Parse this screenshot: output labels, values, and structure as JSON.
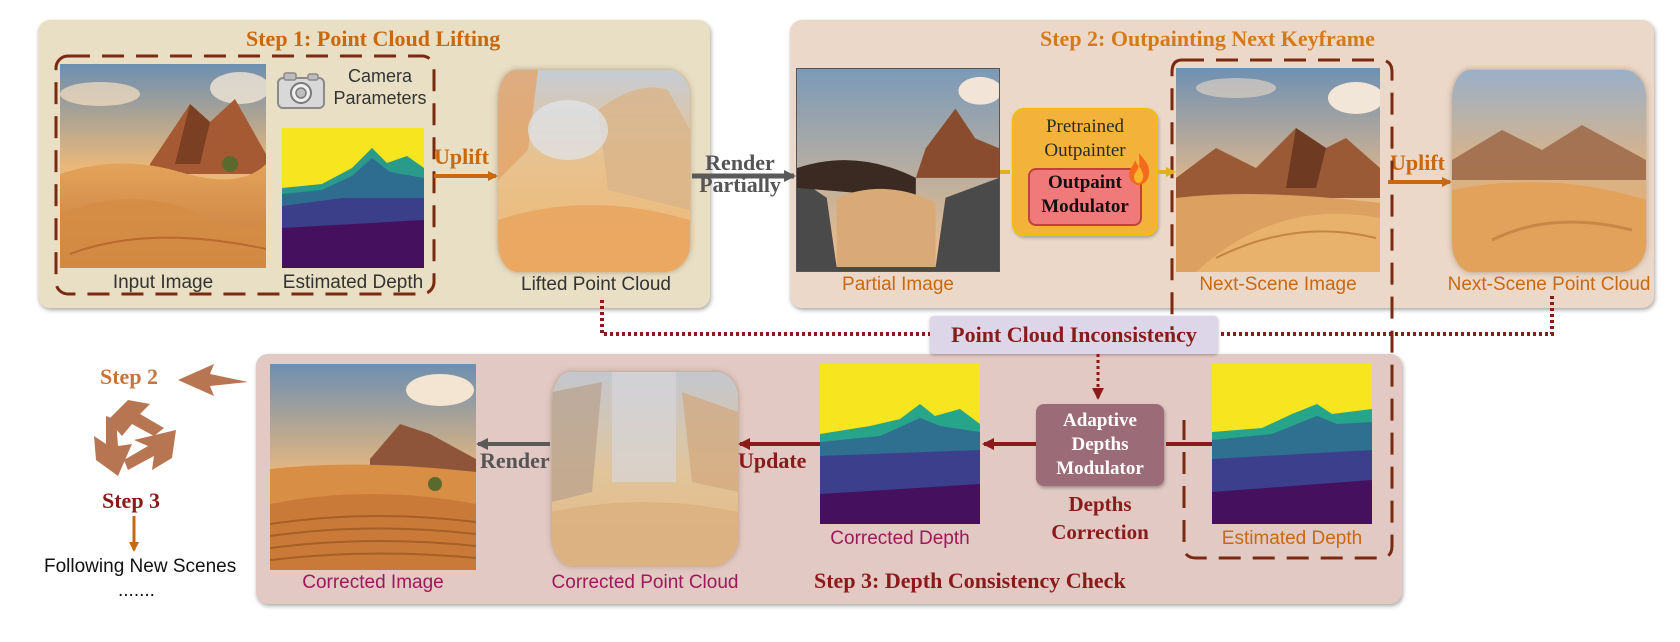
{
  "step1": {
    "title": "Step 1: Point Cloud Lifting",
    "camera_label_line1": "Camera",
    "camera_label_line2": "Parameters",
    "input_image_caption": "Input Image",
    "estimated_depth_caption": "Estimated Depth",
    "uplift_label": "Uplift",
    "lifted_cloud_caption": "Lifted Point Cloud"
  },
  "render_partially": {
    "line1": "Render",
    "line2": "Partially"
  },
  "step2": {
    "title": "Step 2: Outpainting Next Keyframe",
    "partial_image_caption": "Partial Image",
    "outpainter_line1": "Pretrained",
    "outpainter_line2": "Outpainter",
    "modulator_line1": "Outpaint",
    "modulator_line2": "Modulator",
    "next_scene_image_caption": "Next-Scene Image",
    "uplift_label": "Uplift",
    "next_scene_cloud_caption": "Next-Scene Point Cloud"
  },
  "inconsistency": {
    "label": "Point Cloud Inconsistency"
  },
  "step3": {
    "title": "Step 3: Depth Consistency Check",
    "corrected_image_caption": "Corrected Image",
    "render_label": "Render",
    "corrected_cloud_caption": "Corrected Point Cloud",
    "update_label": "Update",
    "corrected_depth_caption": "Corrected Depth",
    "adaptive_line1": "Adaptive",
    "adaptive_line2": "Depths",
    "adaptive_line3": "Modulator",
    "depths_correction_line1": "Depths",
    "depths_correction_line2": "Correction",
    "estimated_depth_caption": "Estimated Depth"
  },
  "loop": {
    "step2_label": "Step 2",
    "step3_label": "Step 3",
    "following_label": "Following New Scenes",
    "ellipsis": "......."
  },
  "colors": {
    "step1_panel": "#e9dfc4",
    "step2_panel": "#ecd8c8",
    "step3_panel": "#e2c9c3",
    "orange_text": "#c8690f",
    "dark_red": "#8b1a1a",
    "magenta_caption": "#a0185c",
    "gray_arrow": "#5a5a5a",
    "depth_yellow": "#f7e51f",
    "depth_purple": "#45105e"
  }
}
